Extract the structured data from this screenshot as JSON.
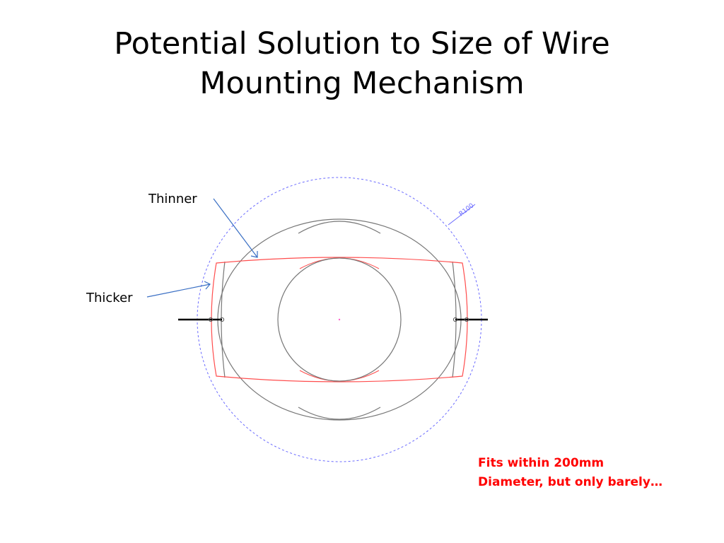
{
  "title": {
    "line1": "Potential Solution to Size of Wire",
    "line2": "Mounting Mechanism"
  },
  "labels": {
    "thinner": "Thinner",
    "thicker": "Thicker",
    "radius": "R100"
  },
  "note": {
    "line1": "Fits within 200mm",
    "line2": "Diameter, but only barely…",
    "color": "#ff0000"
  },
  "colors": {
    "outer_circle": "#6b6bff",
    "red_outline": "#ff4d4d",
    "gray_outline": "#777777",
    "arrow": "#3a6fc4",
    "wire": "#000000"
  }
}
